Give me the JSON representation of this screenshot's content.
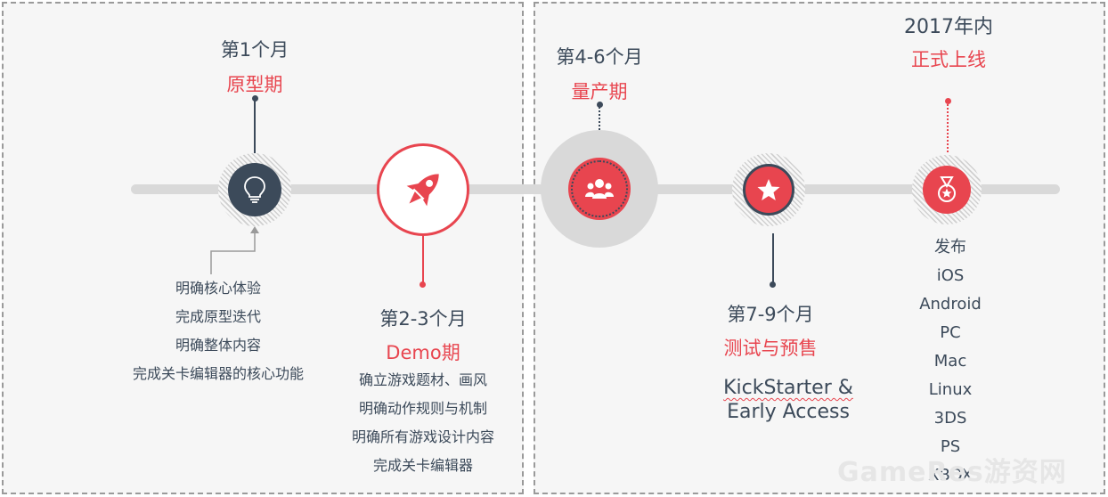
{
  "milestones": [
    {
      "period": "第1个月",
      "phase": "原型期",
      "icon": "lightbulb-icon",
      "items": [
        "明确核心体验",
        "完成原型迭代",
        "明确整体内容",
        "完成关卡编辑器的核心功能"
      ]
    },
    {
      "period": "第2-3个月",
      "phase": "Demo期",
      "icon": "rocket-icon",
      "items": [
        "确立游戏题材、画风",
        "明确动作规则与机制",
        "明确所有游戏设计内容",
        "完成关卡编辑器"
      ]
    },
    {
      "period": "第4-6个月",
      "phase": "量产期",
      "icon": "team-icon"
    },
    {
      "period": "第7-9个月",
      "phase": "测试与预售",
      "icon": "star-icon",
      "channels": [
        "KickStarter &",
        "Early Access"
      ]
    },
    {
      "period": "2017年内",
      "phase": "正式上线",
      "icon": "medal-icon",
      "items": [
        "发布",
        "iOS",
        "Android",
        "PC",
        "Mac",
        "Linux",
        "3DS",
        "PS",
        "XBOX"
      ]
    }
  ],
  "watermark": "GameRes游资网",
  "colors": {
    "accent": "#e8454f",
    "navy": "#3c4a5a",
    "track": "#d9d9d9",
    "panel": "#f6f6f6"
  }
}
